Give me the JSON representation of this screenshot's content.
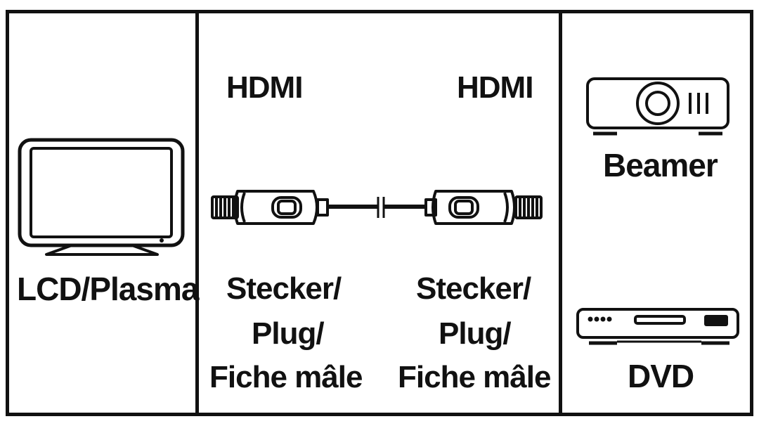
{
  "panels": {
    "left": {
      "device_label": "LCD/Plasma",
      "icon": "tv-icon"
    },
    "middle": {
      "left_connector": {
        "type": "HDMI",
        "line1": "Stecker/",
        "line2": "Plug/",
        "line3": "Fiche mâle"
      },
      "right_connector": {
        "type": "HDMI",
        "line1": "Stecker/",
        "line2": "Plug/",
        "line3": "Fiche mâle"
      },
      "icon": "hdmi-cable-icon"
    },
    "right": {
      "top_device": {
        "label": "Beamer",
        "icon": "projector-icon"
      },
      "bottom_device": {
        "label": "DVD",
        "icon": "dvd-player-icon"
      }
    }
  },
  "colors": {
    "line": "#111111",
    "background": "#ffffff"
  }
}
